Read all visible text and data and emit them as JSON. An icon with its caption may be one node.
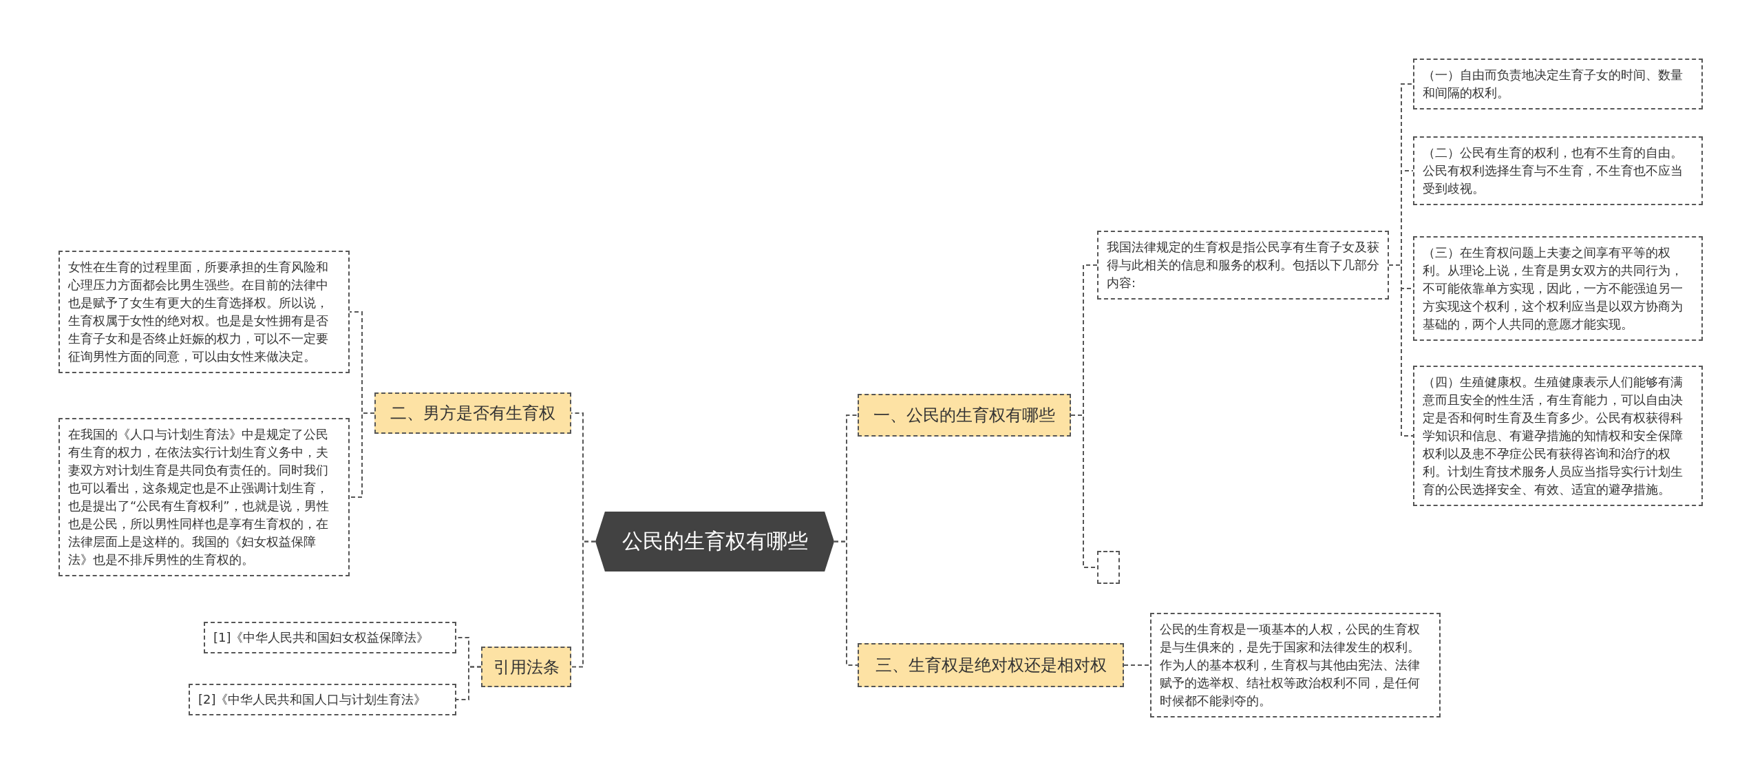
{
  "diagram": {
    "nodes": [
      {
        "text": [
          "公民的生育权有哪些"
        ]
      },
      {
        "text": [
          "一、公民的生育权有哪些"
        ]
      },
      {
        "text": [
          "三、生育权是绝对权还是相对权"
        ]
      },
      {
        "text": [
          "二、男方是否有生育权"
        ]
      },
      {
        "text": [
          "引用法条"
        ]
      },
      {
        "text": [
          "我国法律规定的生育权是指公民享有生育子女及获得与此相关的信息和服务的权利。包括以下几部分内容:"
        ]
      },
      {
        "text": [],
        "shape": "box"
      },
      {
        "text": [
          "（一）自由而负责地决定生育子女的时间、数量和间隔的权利。"
        ]
      },
      {
        "text": [
          "（二）公民有生育的权利，也有不生育的自由。公民有权利选择生育与不生育，不生育也不应当受到歧视。"
        ]
      },
      {
        "text": [
          "（三）在生育权问题上夫妻之间享有平等的权利。从理论上说，生育是男女双方的共同行为，不可能依靠单方实现，因此，一方不能强迫另一方实现这个权利，这个权利应当是以双方协商为基础的，两个人共同的意愿才能实现。"
        ]
      },
      {
        "text": [
          "（四）生殖健康权。生殖健康表示人们能够有满意而且安全的性生活，有生育能力，可以自由决定是否和何时生育及生育多少。公民有权获得科学知识和信息、有避孕措施的知情权和安全保障权利以及患不孕症公民有获得咨询和治疗的权利。计划生育技术服务人员应当指导实行计划生育的公民选择安全、有效、适宜的避孕措施。"
        ]
      },
      {
        "text": [
          "公民的生育权是一项基本的人权，公民的生育权是与生俱来的，是先于国家和法律发生的权利。作为人的基本权利，生育权与其他由宪法、法律赋予的选举权、结社权等政治权利不同，是任何时候都不能剥夺的。"
        ]
      },
      {
        "text": [
          "女性在生育的过程里面，所要承担的生育风险和心理压力方面都会比男生强些。在目前的法律中也是赋予了女生有更大的生育选择权。所以说，生育权属于女性的绝对权。也是是女性拥有是否生育子女和是否终止妊娠的权力，可以不一定要征询男性方面的同意，可以由女性来做决定。"
        ]
      },
      {
        "text": [
          "在我国的《人口与计划生育法》中是规定了公民有生育的权力，在依法实行计划生育义务中，夫妻双方对计划生育是共同负有责任的。同时我们也可以看出，这条规定也是不止强调计划生育，也是提出了“公民有生育权利”，也就是说，男性也是公民，所以男性同样也是享有生育权的，在法律层面上是这样的。我国的《妇女权益保障法》也是不排斥男性的生育权的。"
        ]
      },
      {
        "text": [
          "[1]《中华人民共和国妇女权益保障法》"
        ]
      },
      {
        "text": [
          "[2]《中华人民共和国人口与计划生育法》"
        ]
      }
    ],
    "edges": [
      {
        "from": 0,
        "to": 1,
        "arrow": "none"
      },
      {
        "from": 0,
        "to": 2,
        "arrow": "none"
      },
      {
        "from": 0,
        "to": 3,
        "arrow": "none"
      },
      {
        "from": 0,
        "to": 4,
        "arrow": "none"
      },
      {
        "from": 1,
        "to": 5,
        "arrow": "none"
      },
      {
        "from": 1,
        "to": 6,
        "arrow": "none"
      },
      {
        "from": 5,
        "to": 7,
        "arrow": "none"
      },
      {
        "from": 5,
        "to": 8,
        "arrow": "none"
      },
      {
        "from": 5,
        "to": 9,
        "arrow": "none"
      },
      {
        "from": 5,
        "to": 10,
        "arrow": "none"
      },
      {
        "from": 2,
        "to": 11,
        "arrow": "none"
      },
      {
        "from": 3,
        "to": 12,
        "arrow": "none"
      },
      {
        "from": 3,
        "to": 13,
        "arrow": "none"
      },
      {
        "from": 4,
        "to": 14,
        "arrow": "none"
      },
      {
        "from": 4,
        "to": 15,
        "arrow": "none"
      }
    ]
  }
}
